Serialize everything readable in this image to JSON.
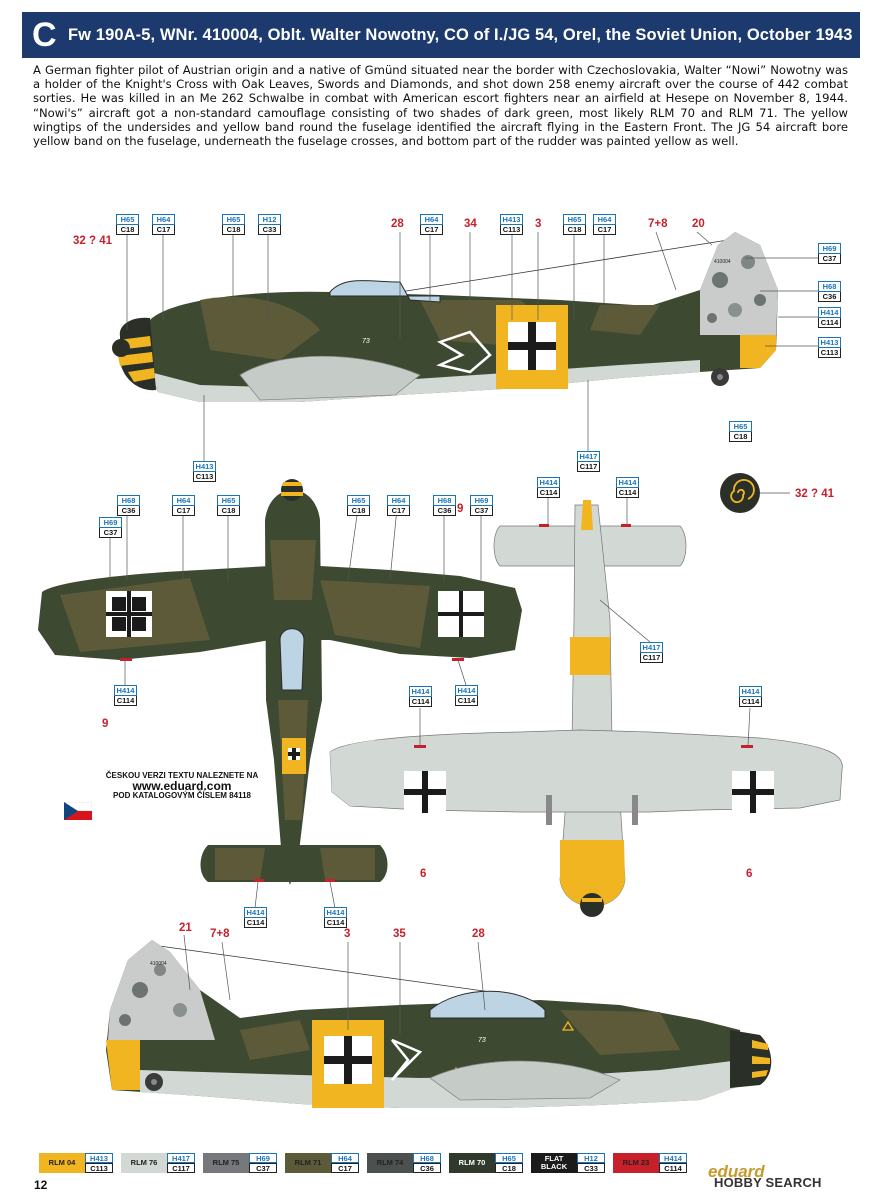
{
  "header": {
    "letter": "C",
    "title": "Fw 190A-5, WNr. 410004, Oblt. Walter Nowotny, CO of I./JG 54, Orel, the Soviet Union, October 1943"
  },
  "description": "A German fighter pilot of Austrian origin and a native of Gmünd situated near the border with Czechoslovakia, Walter “Nowi” Nowotny was a holder of the Knight's Cross with Oak Leaves, Swords and Diamonds, and shot down 258 enemy aircraft over the course of 442 combat sorties. He was killed in an Me 262 Schwalbe in combat with American escort fighters near an airfield at Hesepe on November 8, 1944. “Nowi's” aircraft got a non-standard camouflage consisting of two shades of dark green, most likely RLM 70 and RLM 71. The yellow wingtips of the undersides and yellow band round the fuselage identified the aircraft flying in the Eastern Front. The JG 54 aircraft bore yellow band on the fuselage, underneath the fuselage crosses, and bottom part of the rudder was painted yellow as well.",
  "czech_note": {
    "line1": "ČESKOU VERZI TEXTU NALEZNETE NA",
    "url": "www.eduard.com",
    "line3": "POD KATALOGOVÝM ČÍSLEM 84118"
  },
  "callouts": [
    {
      "h": "H65",
      "c": "C18"
    },
    {
      "h": "H64",
      "c": "C17"
    },
    {
      "h": "H65",
      "c": "C18"
    },
    {
      "h": "H12",
      "c": "C33"
    },
    {
      "h": "H64",
      "c": "C17"
    },
    {
      "h": "H413",
      "c": "C113"
    },
    {
      "h": "H65",
      "c": "C18"
    },
    {
      "h": "H64",
      "c": "C17"
    },
    {
      "h": "H69",
      "c": "C37"
    },
    {
      "h": "H68",
      "c": "C36"
    },
    {
      "h": "H414",
      "c": "C114"
    },
    {
      "h": "H413",
      "c": "C113"
    },
    {
      "h": "H413",
      "c": "C113"
    },
    {
      "h": "H417",
      "c": "C117"
    },
    {
      "h": "H65",
      "c": "C18"
    },
    {
      "h": "H68",
      "c": "C36"
    },
    {
      "h": "H64",
      "c": "C17"
    },
    {
      "h": "H65",
      "c": "C18"
    },
    {
      "h": "H69",
      "c": "C37"
    },
    {
      "h": "H65",
      "c": "C18"
    },
    {
      "h": "H64",
      "c": "C17"
    },
    {
      "h": "H68",
      "c": "C36"
    },
    {
      "h": "H69",
      "c": "C37"
    },
    {
      "h": "H414",
      "c": "C114"
    },
    {
      "h": "H414",
      "c": "C114"
    },
    {
      "h": "H414",
      "c": "C114"
    },
    {
      "h": "H414",
      "c": "C114"
    },
    {
      "h": "H417",
      "c": "C117"
    },
    {
      "h": "H414",
      "c": "C114"
    },
    {
      "h": "H414",
      "c": "C114"
    },
    {
      "h": "H414",
      "c": "C114"
    },
    {
      "h": "H414",
      "c": "C114"
    }
  ],
  "stencils": [
    "32 ? 41",
    "28",
    "34",
    "3",
    "7+8",
    "20",
    "32 ? 41",
    "9",
    "9",
    "6",
    "6",
    "21",
    "7+8",
    "3",
    "35",
    "28"
  ],
  "legend": [
    {
      "name": "RLM 04",
      "h": "H413",
      "c": "C113",
      "color": "#f2b522",
      "text": "#222"
    },
    {
      "name": "RLM 76",
      "h": "H417",
      "c": "C117",
      "color": "#d2d8d4",
      "text": "#222"
    },
    {
      "name": "RLM 75",
      "h": "H69",
      "c": "C37",
      "color": "#77787b",
      "text": "#222"
    },
    {
      "name": "RLM 71",
      "h": "H64",
      "c": "C17",
      "color": "#5c5a38",
      "text": "#222"
    },
    {
      "name": "RLM 74",
      "h": "H68",
      "c": "C36",
      "color": "#4c5150",
      "text": "#222"
    },
    {
      "name": "RLM 70",
      "h": "H65",
      "c": "C18",
      "color": "#2f3a2c",
      "text": "#fff"
    },
    {
      "name": "FLAT BLACK",
      "h": "H12",
      "c": "C33",
      "color": "#1b1b1b",
      "text": "#fff"
    },
    {
      "name": "RLM 23",
      "h": "H414",
      "c": "C114",
      "color": "#c8202b",
      "text": "#222"
    }
  ],
  "page_number": "12",
  "brand": "eduard",
  "watermark": "HOBBY SEARCH"
}
